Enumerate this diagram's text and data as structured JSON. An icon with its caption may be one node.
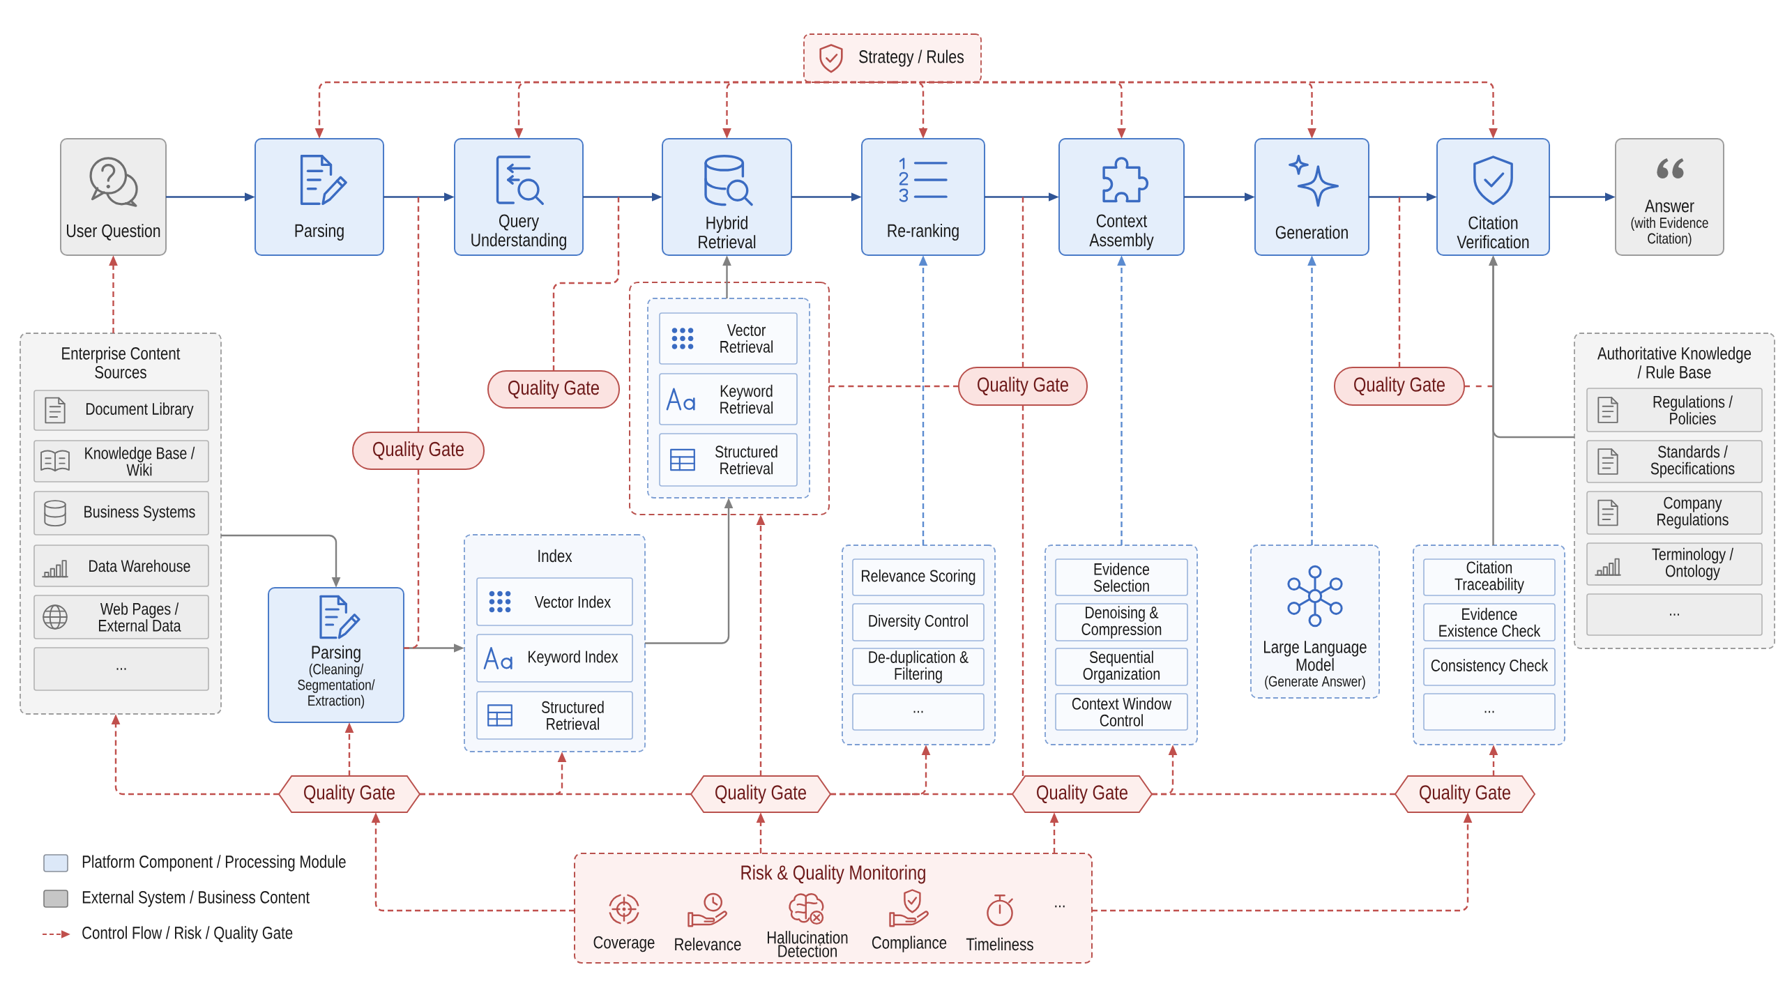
{
  "diagram": {
    "nodes": [
      {
        "text": [
          "Strategy / Rules"
        ]
      },
      {
        "text": [
          "User Question"
        ]
      },
      {
        "text": [
          "Parsing"
        ]
      },
      {
        "text": [
          "Query Understanding"
        ]
      },
      {
        "text": [
          "Hybrid Retrieval"
        ]
      },
      {
        "text": [
          "Re-ranking"
        ]
      },
      {
        "text": [
          "Context Assembly"
        ]
      },
      {
        "text": [
          "Generation"
        ]
      },
      {
        "text": [
          "Citation Verification"
        ]
      },
      {
        "text": [
          "Answer",
          "(with Evidence Citation)"
        ]
      },
      {
        "text": [
          "Enterprise Content Sources"
        ]
      },
      {
        "text": [
          "Document Library"
        ],
        "in": 10
      },
      {
        "text": [
          "Knowledge Base / Wiki"
        ],
        "in": 10
      },
      {
        "text": [
          "Business Systems"
        ],
        "in": 10
      },
      {
        "text": [
          "Data Warehouse"
        ],
        "in": 10
      },
      {
        "text": [
          "Web Pages / External Data"
        ],
        "in": 10
      },
      {
        "text": [
          "..."
        ],
        "in": 10
      },
      {
        "text": [
          "Quality Gate"
        ]
      },
      {
        "text": [],
        "shape": "box"
      },
      {
        "text": [],
        "shape": "box",
        "in": 18
      },
      {
        "text": [
          "Vector Retrieval"
        ],
        "in": 19
      },
      {
        "text": [
          "Keyword Retrieval"
        ],
        "in": 19
      },
      {
        "text": [
          "Structured Retrieval"
        ],
        "in": 19
      },
      {
        "text": [
          "Quality Gate"
        ]
      },
      {
        "text": [
          "Quality Gate"
        ]
      },
      {
        "text": [
          "Authoritative Knowledge / Rule Base"
        ]
      },
      {
        "text": [
          "Regulations / Policies"
        ],
        "in": 25
      },
      {
        "text": [
          "Standards / Specifications"
        ],
        "in": 25
      },
      {
        "text": [
          "Company Regulations"
        ],
        "in": 25
      },
      {
        "text": [
          "Terminology / Ontology"
        ],
        "in": 25
      },
      {
        "text": [
          "..."
        ],
        "in": 25
      },
      {
        "text": [
          "Quality Gate"
        ]
      },
      {
        "text": [
          "Parsing",
          "(Cleaning/Segmentation/Extraction)"
        ]
      },
      {
        "text": [
          "Index"
        ]
      },
      {
        "text": [
          "Vector Index"
        ],
        "in": 33
      },
      {
        "text": [
          "Keyword Index"
        ],
        "in": 33
      },
      {
        "text": [
          "Structured Retrieval"
        ],
        "in": 33
      },
      {
        "text": [],
        "shape": "box"
      },
      {
        "text": [
          "Relevance Scoring"
        ],
        "in": 37
      },
      {
        "text": [
          "Diversity Control"
        ],
        "in": 37
      },
      {
        "text": [
          "De-duplication & Filtering"
        ],
        "in": 37
      },
      {
        "text": [
          "..."
        ],
        "in": 37
      },
      {
        "text": [],
        "shape": "box"
      },
      {
        "text": [
          "Evidence Selection"
        ],
        "in": 42
      },
      {
        "text": [
          "Denoising & Compression"
        ],
        "in": 42
      },
      {
        "text": [
          "Sequential Organization"
        ],
        "in": 42
      },
      {
        "text": [
          "Context Window Control"
        ],
        "in": 42
      },
      {
        "text": [
          "Large Language Model",
          "(Generate Answer)"
        ]
      },
      {
        "text": [],
        "shape": "box"
      },
      {
        "text": [
          "Citation Traceability"
        ],
        "in": 48
      },
      {
        "text": [
          "Evidence Existence Check"
        ],
        "in": 48
      },
      {
        "text": [
          "Consistency Check"
        ],
        "in": 48
      },
      {
        "text": [
          "..."
        ],
        "in": 48
      },
      {
        "text": [
          "Quality Gate"
        ]
      },
      {
        "text": [
          "Quality Gate"
        ]
      },
      {
        "text": [
          "Quality Gate"
        ]
      },
      {
        "text": [
          "Quality Gate"
        ]
      },
      {
        "text": [
          "Risk & Quality Monitoring",
          "Coverage",
          "Relevance",
          "Hallucination Detection",
          "Compliance",
          "Timeliness",
          "..."
        ]
      }
    ],
    "edges": [
      {
        "from": 1,
        "to": 2,
        "arrow": "to",
        "color": "#2f5496"
      },
      {
        "from": 2,
        "to": 3,
        "arrow": "to",
        "color": "#2f5496"
      },
      {
        "from": 3,
        "to": 4,
        "arrow": "to",
        "color": "#2f5496"
      },
      {
        "from": 4,
        "to": 5,
        "arrow": "to",
        "color": "#2f5496"
      },
      {
        "from": 5,
        "to": 6,
        "arrow": "to",
        "color": "#2f5496"
      },
      {
        "from": 6,
        "to": 7,
        "arrow": "to",
        "color": "#2f5496"
      },
      {
        "from": 7,
        "to": 8,
        "arrow": "to",
        "color": "#2f5496"
      },
      {
        "from": 8,
        "to": 9,
        "arrow": "to",
        "color": "#2f5496"
      },
      {
        "from": 0,
        "to": 2,
        "arrow": "to",
        "style": "dashed"
      },
      {
        "from": 0,
        "to": 3,
        "arrow": "to",
        "style": "dashed"
      },
      {
        "from": 0,
        "to": 4,
        "arrow": "to",
        "style": "dashed"
      },
      {
        "from": 0,
        "to": 5,
        "arrow": "to",
        "style": "dashed"
      },
      {
        "from": 0,
        "to": 6,
        "arrow": "to",
        "style": "dashed"
      },
      {
        "from": 0,
        "to": 7,
        "arrow": "to",
        "style": "dashed"
      },
      {
        "from": 0,
        "to": 8,
        "arrow": "to",
        "style": "dashed"
      },
      {
        "from": 10,
        "to": 1,
        "arrow": "to",
        "style": "dashed"
      },
      {
        "from": 10,
        "to": 32,
        "arrow": "to",
        "color": "#808080"
      },
      {
        "from": 32,
        "to": 33,
        "arrow": "to",
        "color": "#808080"
      },
      {
        "from": 33,
        "to": 19,
        "arrow": "to",
        "color": "#808080"
      },
      {
        "from": 19,
        "to": 4,
        "arrow": "to",
        "color": "#808080"
      },
      {
        "from": 31,
        "to": null,
        "arrow": "none",
        "style": "dashed"
      },
      {
        "from": 31,
        "to": 32,
        "arrow": "none",
        "style": "dashed"
      },
      {
        "from": 17,
        "to": null,
        "arrow": "none",
        "style": "dashed"
      },
      {
        "from": 18,
        "to": 23,
        "arrow": "none",
        "style": "dashed"
      },
      {
        "from": 23,
        "to": null,
        "arrow": "none",
        "style": "dashed"
      },
      {
        "from": 23,
        "to": 55,
        "arrow": "none",
        "style": "dashed"
      },
      {
        "from": 24,
        "to": null,
        "arrow": "none",
        "style": "dashed"
      },
      {
        "from": 24,
        "to": null,
        "arrow": "none",
        "style": "dashed"
      },
      {
        "from": 48,
        "to": 8,
        "arrow": "to",
        "color": "#808080"
      },
      {
        "from": 25,
        "to": 8,
        "arrow": "to",
        "color": "#808080"
      },
      {
        "from": 37,
        "to": 5,
        "arrow": "to",
        "style": "dashed",
        "color": "#5b8bd0"
      },
      {
        "from": 42,
        "to": 6,
        "arrow": "to",
        "style": "dashed",
        "color": "#5b8bd0"
      },
      {
        "from": 47,
        "to": 7,
        "arrow": "to",
        "style": "dashed",
        "color": "#5b8bd0"
      },
      {
        "from": 53,
        "to": 10,
        "arrow": "to",
        "style": "dashed"
      },
      {
        "from": 53,
        "to": 32,
        "arrow": "to",
        "style": "dashed"
      },
      {
        "from": 53,
        "to": 54,
        "arrow": "none",
        "style": "dashed"
      },
      {
        "from": 53,
        "to": 33,
        "arrow": "to",
        "style": "dashed"
      },
      {
        "from": 54,
        "to": 18,
        "arrow": "to",
        "style": "dashed"
      },
      {
        "from": 54,
        "to": 55,
        "arrow": "none",
        "style": "dashed"
      },
      {
        "from": 54,
        "to": 37,
        "arrow": "to",
        "style": "dashed"
      },
      {
        "from": 55,
        "to": 56,
        "arrow": "none",
        "style": "dashed"
      },
      {
        "from": 55,
        "to": 42,
        "arrow": "to",
        "style": "dashed"
      },
      {
        "from": 56,
        "to": 48,
        "arrow": "to",
        "style": "dashed"
      },
      {
        "from": 57,
        "to": 53,
        "arrow": "to",
        "style": "dashed"
      },
      {
        "from": 57,
        "to": 54,
        "arrow": "to",
        "style": "dashed"
      },
      {
        "from": 57,
        "to": 55,
        "arrow": "to",
        "style": "dashed"
      },
      {
        "from": 57,
        "to": 56,
        "arrow": "to",
        "style": "dashed"
      }
    ],
    "legend": [
      {
        "text": "Platform Component / Processing Module",
        "color": "#dce8f8"
      },
      {
        "text": "External System / Business Content",
        "color": "#c6c6c6"
      },
      {
        "text": "Control Flow / Risk / Quality Gate"
      }
    ]
  }
}
